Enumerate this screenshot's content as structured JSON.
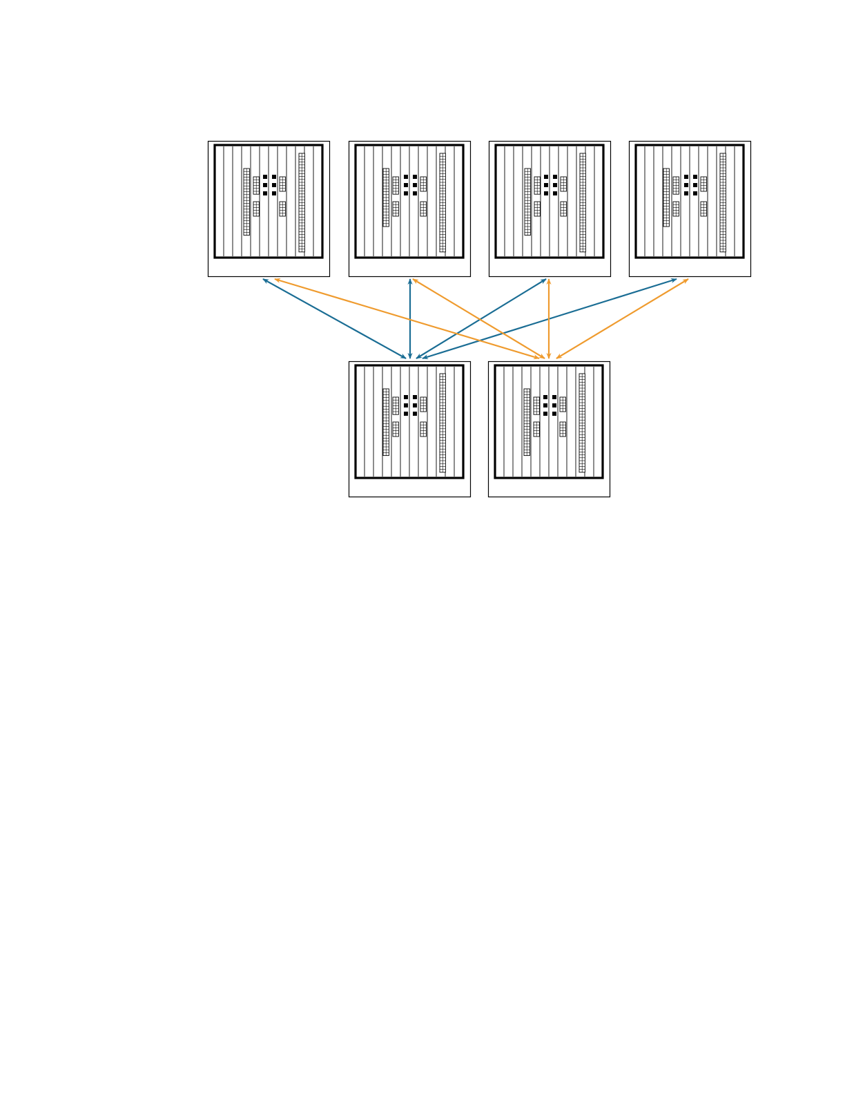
{
  "diagram": {
    "type": "network-topology",
    "nodes": [
      {
        "id": "leaf-1",
        "tier": "top",
        "icon": "chassis-switch-icon"
      },
      {
        "id": "leaf-2",
        "tier": "top",
        "icon": "chassis-switch-icon"
      },
      {
        "id": "leaf-3",
        "tier": "top",
        "icon": "chassis-switch-icon"
      },
      {
        "id": "leaf-4",
        "tier": "top",
        "icon": "chassis-switch-icon"
      },
      {
        "id": "spine-1",
        "tier": "bottom",
        "icon": "chassis-switch-icon"
      },
      {
        "id": "spine-2",
        "tier": "bottom",
        "icon": "chassis-switch-icon"
      }
    ],
    "links": [
      {
        "from": "leaf-1",
        "to": "spine-1",
        "color": "#1a6d94"
      },
      {
        "from": "leaf-2",
        "to": "spine-1",
        "color": "#1a6d94"
      },
      {
        "from": "leaf-3",
        "to": "spine-1",
        "color": "#1a6d94"
      },
      {
        "from": "leaf-4",
        "to": "spine-1",
        "color": "#1a6d94"
      },
      {
        "from": "leaf-1",
        "to": "spine-2",
        "color": "#ef9b2e"
      },
      {
        "from": "leaf-2",
        "to": "spine-2",
        "color": "#ef9b2e"
      },
      {
        "from": "leaf-3",
        "to": "spine-2",
        "color": "#ef9b2e"
      },
      {
        "from": "leaf-4",
        "to": "spine-2",
        "color": "#ef9b2e"
      }
    ],
    "colors": {
      "link_blue": "#1a6d94",
      "link_orange": "#ef9b2e",
      "outline": "#000000"
    }
  }
}
